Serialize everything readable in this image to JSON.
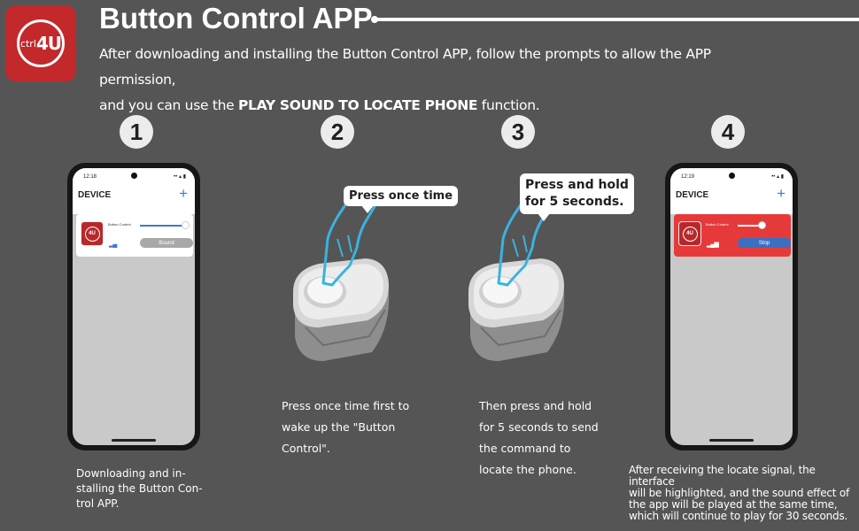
{
  "logo": {
    "text_small": "ctrl",
    "text_big": "4U"
  },
  "header": {
    "title": "Button Control APP",
    "subtitle_line1": "After downloading and installing the Button Control APP, follow the prompts to allow the APP permission,",
    "subtitle_line2_before": "and you can use the ",
    "subtitle_line2_bold": "PLAY SOUND TO LOCATE PHONE",
    "subtitle_line2_after": " function."
  },
  "steps": [
    {
      "number": "1",
      "phone": {
        "time": "12:18",
        "status": "•• ▴ ▮",
        "device_title": "DEVICE",
        "plus": "+",
        "card_name": "Button Control",
        "signal": "▂▄",
        "button": "Bound"
      },
      "caption": [
        "Downloading and in-",
        "stalling the Button Con-",
        "trol APP."
      ]
    },
    {
      "number": "2",
      "bubble": "Press once time",
      "caption": [
        "Press once time first to",
        "wake up the \"Button",
        "Control\"."
      ]
    },
    {
      "number": "3",
      "bubble_line1": "Press and hold",
      "bubble_line2": "for 5 seconds.",
      "caption": [
        "Then press and hold",
        "for 5 seconds to send",
        "the command to",
        "locate the phone."
      ]
    },
    {
      "number": "4",
      "phone": {
        "time": "12:19",
        "status": "•• ▴ ▮",
        "device_title": "DEVICE",
        "plus": "+",
        "card_name": "Button Control",
        "signal": "▂▄▆",
        "button": "Stop"
      },
      "caption": [
        "After receiving the locate signal, the interface",
        "will be highlighted, and the sound effect of",
        "the app will be played at the same time,",
        "which will continue to play for 30 seconds."
      ]
    }
  ],
  "icons": {
    "hand": "pointing-hand-icon",
    "button": "clip-button-icon"
  },
  "colors": {
    "background": "#555555",
    "brand_red": "#c3282b",
    "highlight_red": "#e63a3a",
    "hand_blue": "#3ab3e0",
    "accent_blue": "#3a7ad1"
  }
}
